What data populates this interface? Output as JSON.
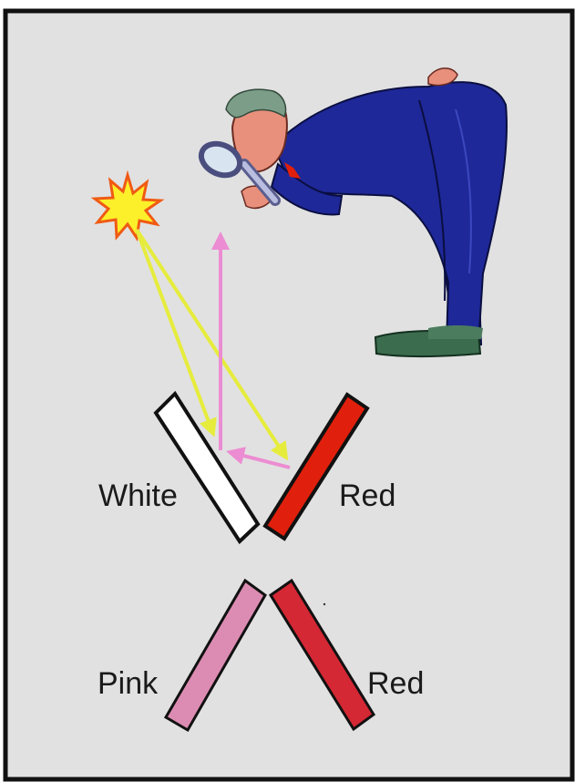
{
  "labels": {
    "top_left": "White",
    "top_right": "Red",
    "bottom_left": "Pink",
    "bottom_right": "Red"
  },
  "colors": {
    "background": "#e1e1e1",
    "border": "#111111",
    "white_card": "#ffffff",
    "red_card": "#e0200c",
    "pink_card": "#dc8cb2",
    "crimson_card": "#d42834",
    "light_ray": "#e6ec3c",
    "pink_ray": "#ec8cd2",
    "star_fill": "#fcf02a",
    "star_outline": "#f05a14",
    "suit": "#1e2898",
    "skin": "#e8907c",
    "hair": "#7c9e88",
    "shoe": "#3c6c4e"
  },
  "icons": [
    "light-source-star-icon",
    "magnifying-glass-icon",
    "observer-figure"
  ]
}
